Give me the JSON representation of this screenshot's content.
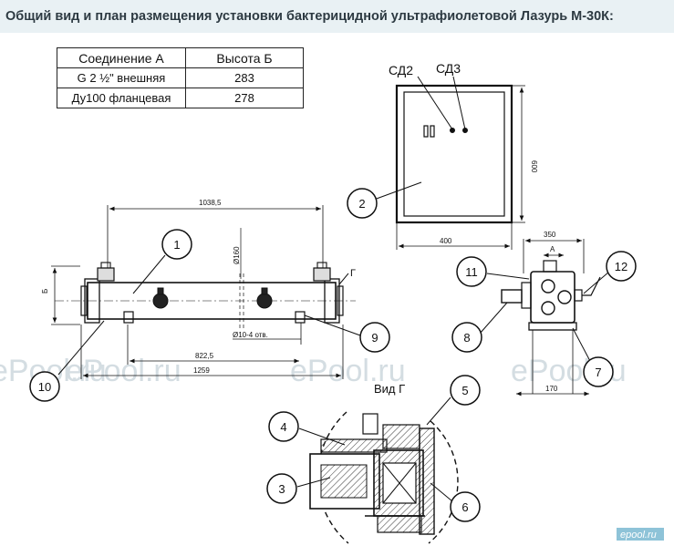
{
  "title": "Общий вид и план размещения установки бактерицидной ультрафиолетовой Лазурь М-30К:",
  "connection_table": {
    "headers": [
      "Соединение А",
      "Высота Б"
    ],
    "rows": [
      [
        "G 2 ½\" внешняя",
        "283"
      ],
      [
        "Ду100 фланцевая",
        "278"
      ]
    ]
  },
  "dimensions": {
    "total_length": "1259",
    "flange_span": "1038,5",
    "support_span": "822,5",
    "diameter": "Ø160",
    "mount_holes": "Ø10-4 отв.",
    "side_height": "Б",
    "panel_width": "400",
    "panel_height": "600",
    "end_width": "350",
    "end_base": "170",
    "end_conn": "А"
  },
  "labels": {
    "sd2": "СД2",
    "sd3": "СД3",
    "view_g": "Вид Г",
    "g": "Г"
  },
  "callouts": [
    "1",
    "2",
    "3",
    "4",
    "5",
    "6",
    "7",
    "8",
    "9",
    "10",
    "11",
    "12"
  ],
  "watermarks": [
    "ePool.ru",
    "ePool.ru",
    "ePool.ru",
    "ePool.ru"
  ],
  "logo": "epool.ru"
}
